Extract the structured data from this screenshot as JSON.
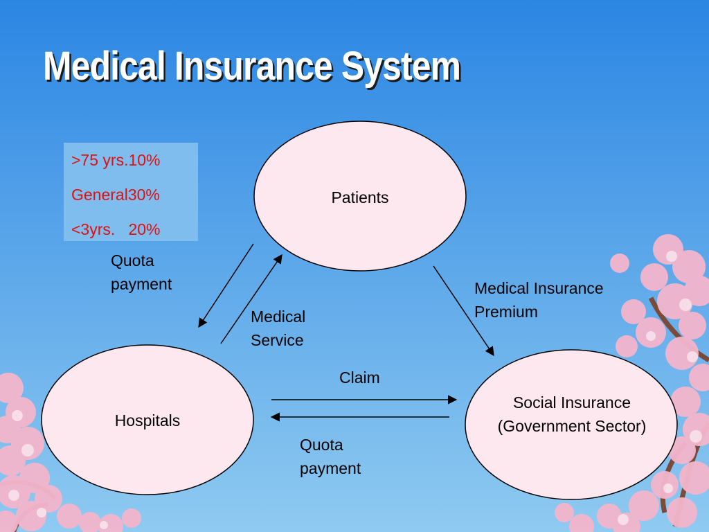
{
  "title": "Medical Insurance System",
  "rates": [
    {
      "text": ">75 yrs.10%"
    },
    {
      "text": "General30%"
    },
    {
      "text": "<3yrs.   20%"
    }
  ],
  "nodes": {
    "patients": "Patients",
    "hospitals": "Hospitals",
    "social_line1": "Social Insurance",
    "social_line2": "(Government Sector)"
  },
  "edges": {
    "quota_payment_top_line1": "Quota",
    "quota_payment_top_line2": "payment",
    "medical_service_line1": "Medical",
    "medical_service_line2": "Service",
    "premium_line1": "Medical Insurance",
    "premium_line2": "Premium",
    "claim": "Claim",
    "quota_payment_bottom_line1": "Quota",
    "quota_payment_bottom_line2": "payment"
  },
  "colors": {
    "title": "#ffffff",
    "rates_text": "#e01010",
    "node_fill": "#fde8ef",
    "sky_top": "#2b86e3",
    "sky_bottom": "#8cc8f0",
    "blossom": "#f4b6cc"
  }
}
